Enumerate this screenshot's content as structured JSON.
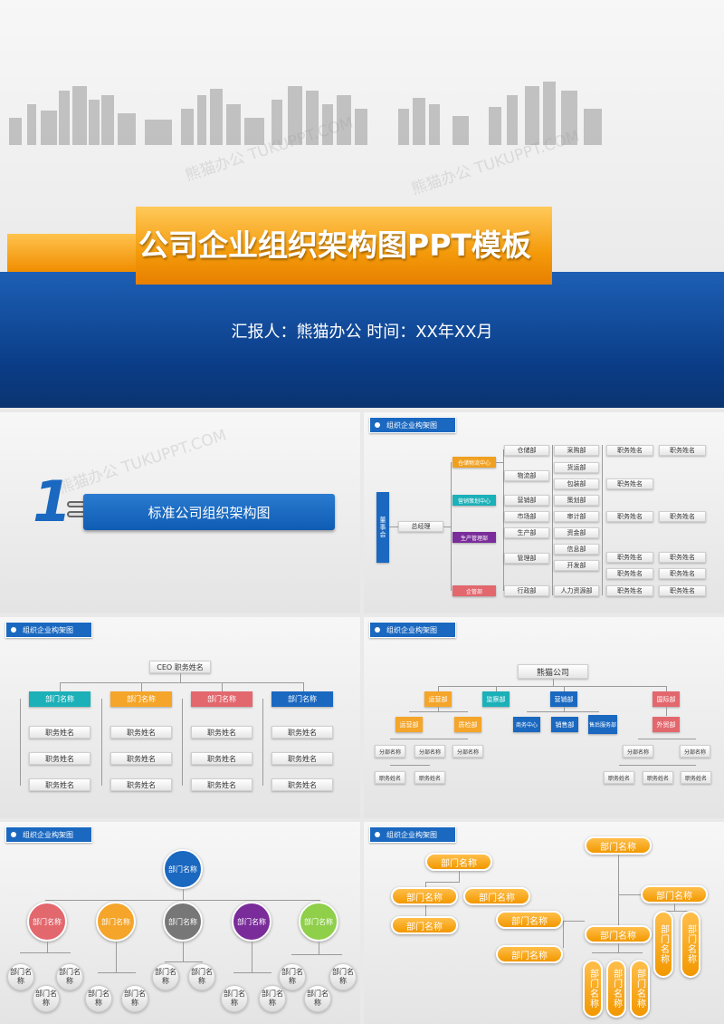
{
  "hero": {
    "title": "公司企业组织架构图PPT模板",
    "subtitle": "汇报人：熊猫办公   时间：XX年XX月",
    "watermark": "熊猫办公 TUKUPPT.COM"
  },
  "s2": {
    "number": "1",
    "label": "标准公司组织架构图",
    "watermark": "熊猫办公 TUKUPPT.COM"
  },
  "header": "组织企业构架图",
  "s3": {
    "root": "董事会",
    "gm": "总经理",
    "centers": [
      "仓储物流中心",
      "营销策划中心",
      "生产管理部",
      "企管部"
    ],
    "depts": [
      "仓储部",
      "物流部",
      "营销部",
      "市场部",
      "生产部",
      "管理部",
      "行政部"
    ],
    "subs": [
      "采购部",
      "货运部",
      "包装部",
      "策划部",
      "审计部",
      "资金部",
      "信息部",
      "开发部",
      "人力资源部"
    ],
    "job": "职务姓名"
  },
  "s4": {
    "ceo": "CEO  职务姓名",
    "dept": "部门名称",
    "job": "职务姓名"
  },
  "s5": {
    "company": "熊猫公司",
    "l1": [
      "运营部",
      "监察部",
      "营销部",
      "国际部"
    ],
    "l2": [
      "运营部",
      "质检部",
      "商务中心",
      "销售部",
      "售后服务部",
      "外贸部"
    ],
    "sub": "分部名称",
    "job": "职务姓名"
  },
  "s6": {
    "top": "部门名称",
    "dept": "部门名称",
    "leaf": "部门名称"
  },
  "s7": {
    "dept": "部门名称"
  }
}
